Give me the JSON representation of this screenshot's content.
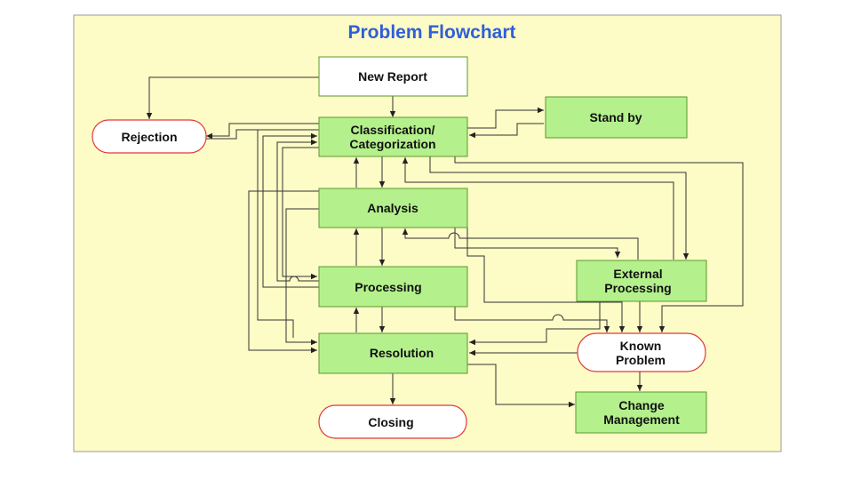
{
  "title": "Problem Flowchart",
  "colors": {
    "background": "#fdfbc6",
    "frame": "#9a9a9a",
    "title": "#2f5fd8",
    "process_fill": "#b4f08c",
    "process_stroke": "#5a9a2e",
    "terminal_stroke": "#e03a3a",
    "white": "#ffffff",
    "line": "#333333"
  },
  "nodes": {
    "new_report": "New Report",
    "rejection": "Rejection",
    "classification": [
      "Classification/",
      "Categorization"
    ],
    "stand_by": "Stand by",
    "analysis": "Analysis",
    "processing": "Processing",
    "external_processing": [
      "External",
      "Processing"
    ],
    "resolution": "Resolution",
    "known_problem": [
      "Known",
      "Problem"
    ],
    "closing": "Closing",
    "change_management": [
      "Change",
      "Management"
    ]
  }
}
